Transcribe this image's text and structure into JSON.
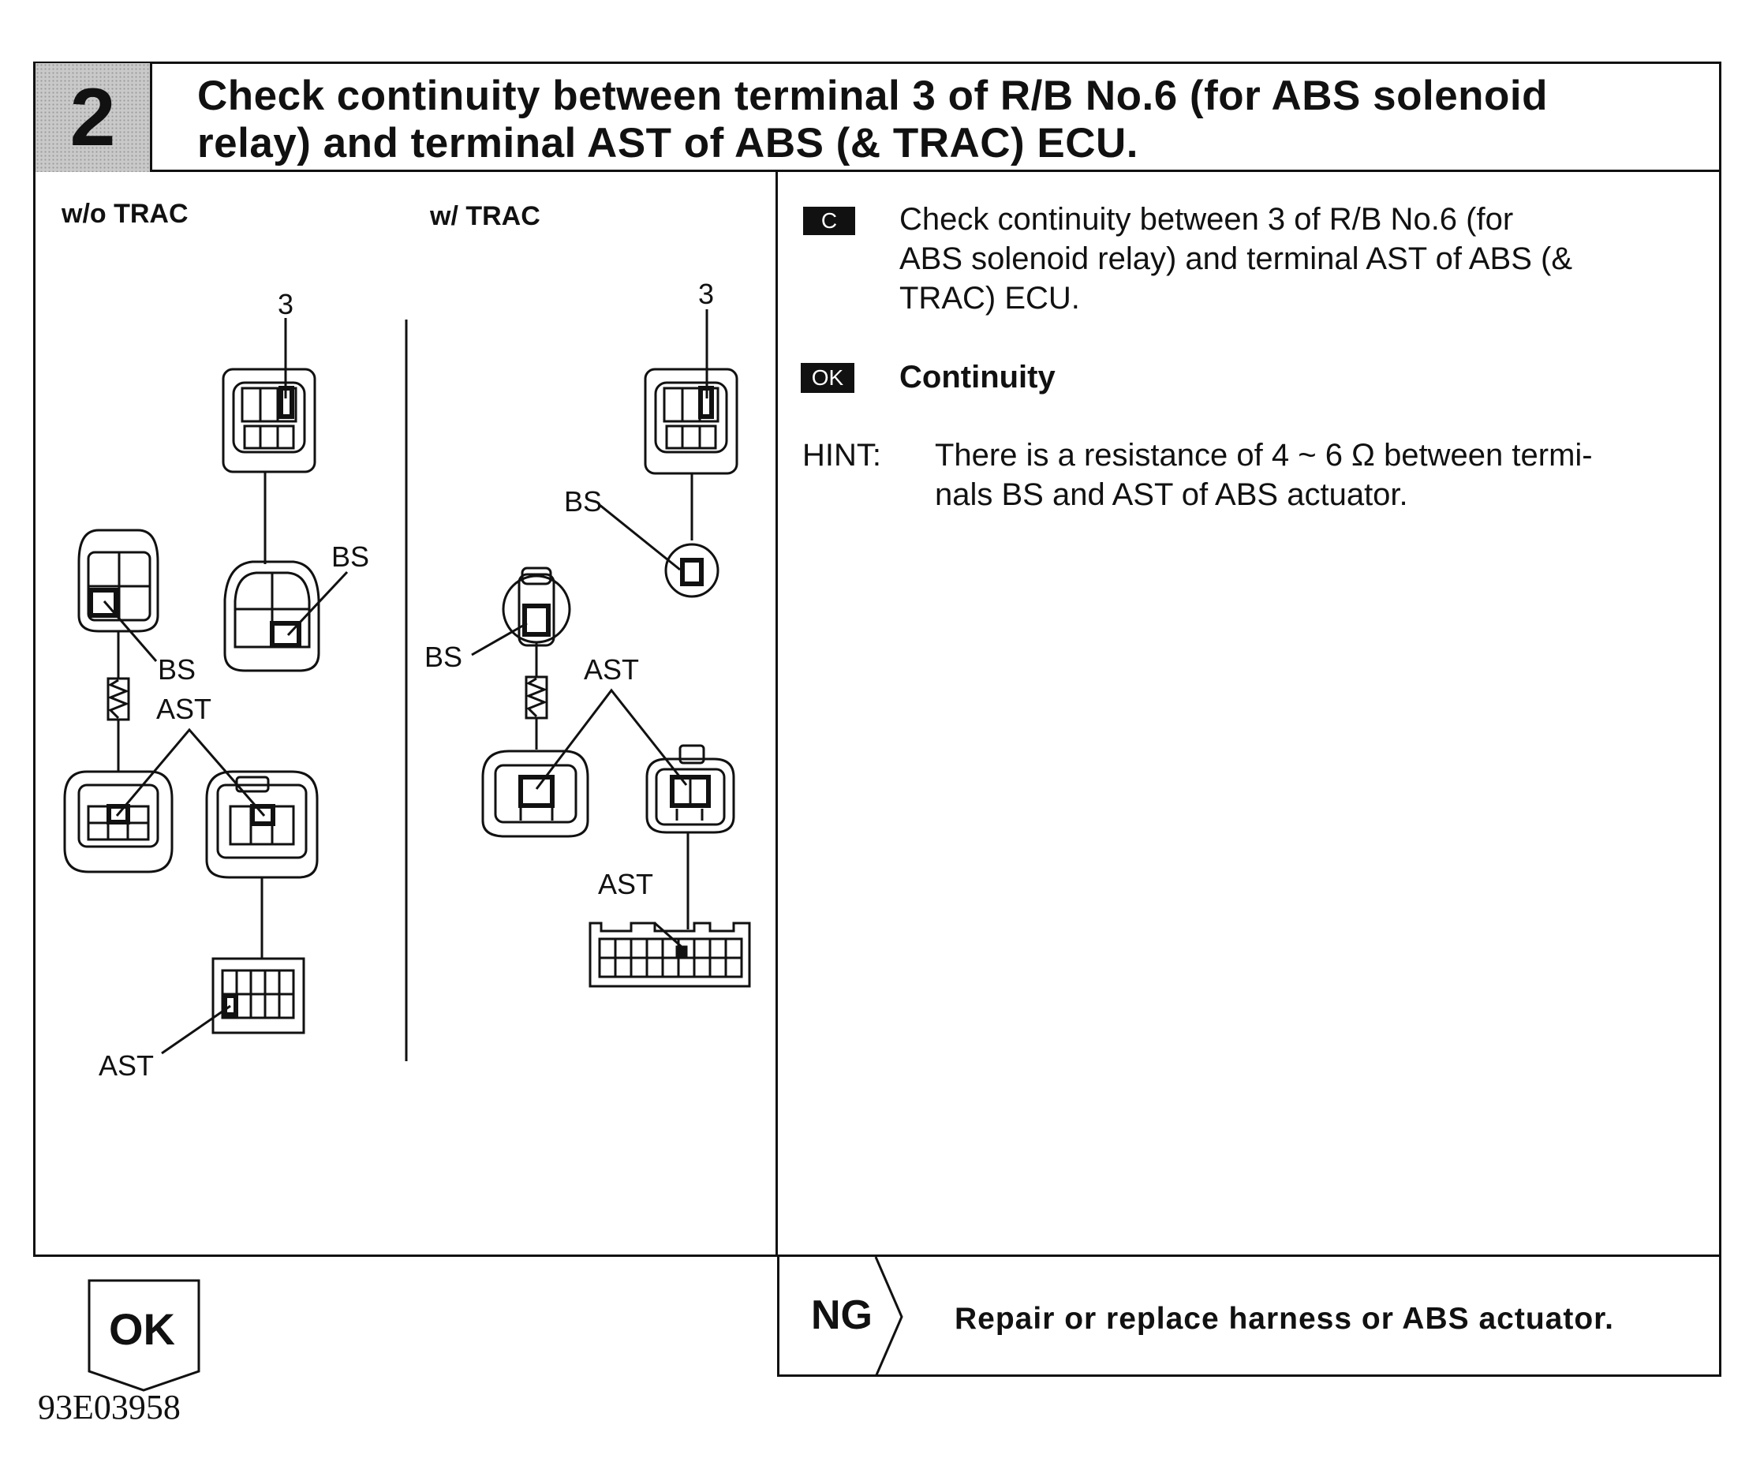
{
  "step": {
    "number": "2",
    "title_line1": "Check continuity between terminal 3 of R/B No.6 (for ABS solenoid",
    "title_line2": "relay) and terminal AST of ABS (& TRAC) ECU."
  },
  "diagram": {
    "left_heading": "w/o TRAC",
    "right_heading": "w/ TRAC",
    "labels": {
      "three": "3",
      "bs": "BS",
      "ast": "AST"
    }
  },
  "instructions": {
    "check_tag": "C",
    "check_line1": "Check continuity between 3 of R/B No.6 (for",
    "check_line2": "ABS solenoid relay) and terminal AST of ABS (&",
    "check_line3": "TRAC) ECU.",
    "ok_tag": "OK",
    "ok_result": "Continuity",
    "hint_label": "HINT:",
    "hint_line1": "There is a resistance of 4 ~ 6 Ω between termi-",
    "hint_line2": "nals BS and AST of ABS actuator."
  },
  "ok_box": {
    "label": "OK"
  },
  "ng_box": {
    "label": "NG",
    "action": "Repair or replace harness or ABS actuator."
  },
  "figure_code": "93E03958"
}
